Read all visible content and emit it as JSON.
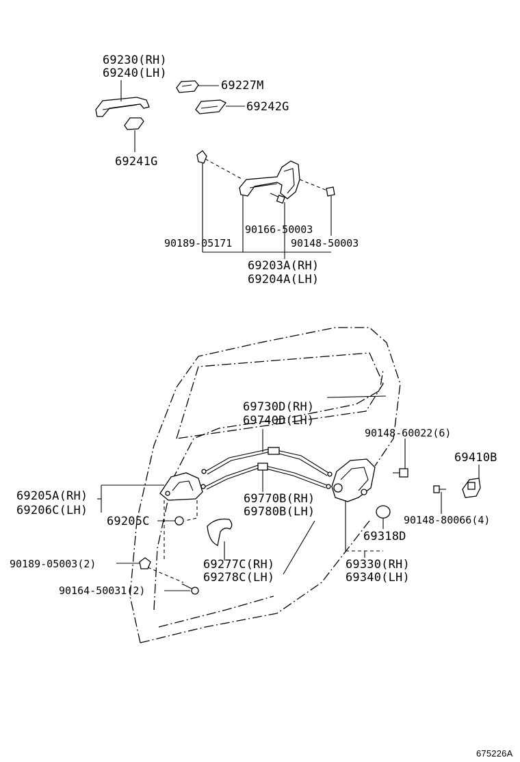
{
  "labels": {
    "handle_rh": "69230(RH)",
    "handle_lh": "69240(LH)",
    "p69227m": "69227M",
    "p69242g": "69242G",
    "p69241g": "69241G",
    "p90166": "90166-50003",
    "p90189a": "90189-05171",
    "p90148a": "90148-50003",
    "frame_rh": "69203A(RH)",
    "frame_lh": "69204A(LH)",
    "cable_rh": "69730D(RH)",
    "cable_lh": "69740D(LH)",
    "p90148b": "90148-60022(6)",
    "p69410b": "69410B",
    "inner_rh": "69205A(RH)",
    "inner_lh": "69206C(LH)",
    "p69205c": "69205C",
    "cable2_rh": "69770B(RH)",
    "cable2_lh": "69780B(LH)",
    "p69318d": "69318D",
    "p90148c": "90148-80066(4)",
    "p90189b": "90189-05003(2)",
    "cover_rh": "69277C(RH)",
    "cover_lh": "69278C(LH)",
    "lock_rh": "69330(RH)",
    "lock_lh": "69340(LH)",
    "p90164": "90164-50031(2)",
    "figure_id": "675226A"
  }
}
